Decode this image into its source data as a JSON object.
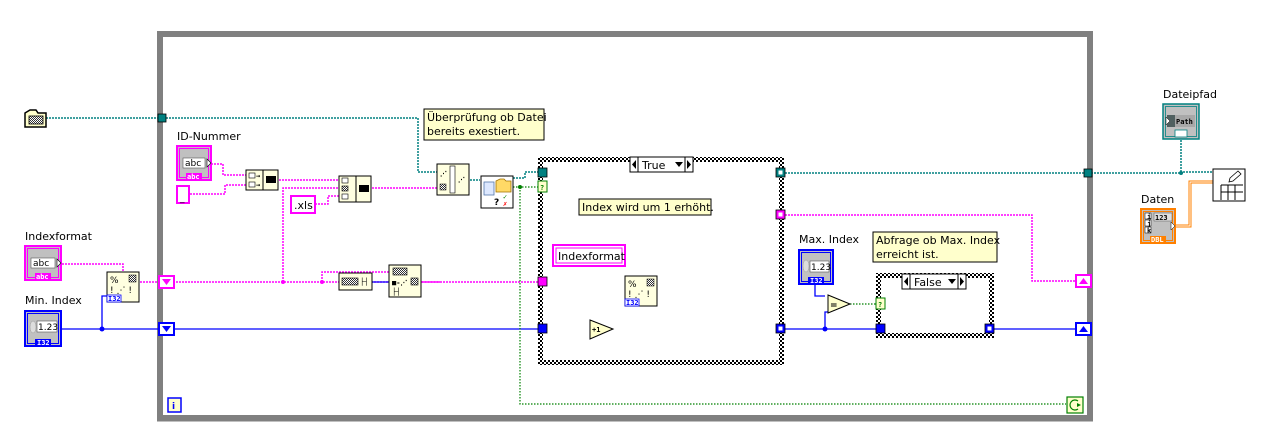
{
  "diagram": {
    "type": "LabVIEW block diagram",
    "controls": {
      "id_nummer": {
        "label": "ID-Nummer",
        "type": "abc",
        "terminal": "abc"
      },
      "indexformat": {
        "label": "Indexformat",
        "type": "abc",
        "terminal": "abc"
      },
      "min_index": {
        "label": "Min. Index",
        "value": "1.23",
        "terminal": "I32"
      },
      "max_index": {
        "label": "Max. Index",
        "value": "1.23",
        "terminal": "I32"
      },
      "dateipfad": {
        "label": "Dateipfad",
        "value": "Path"
      },
      "daten": {
        "label": "Daten",
        "value": "123",
        "terminal": "DBL",
        "indices": [
          "i",
          "j",
          "k"
        ]
      }
    },
    "constants": {
      "separator": "_",
      "extension": ".xls",
      "indexformat_local": "Indexformat"
    },
    "comments": {
      "file_check": "Überprüfung ob Datei bereits exestiert.",
      "index_increment": "Index wird um 1 erhöht.",
      "max_check": "Abfrage ob Max. Index erreicht ist."
    },
    "case_structures": [
      {
        "selector": "True"
      },
      {
        "selector": "False"
      }
    ],
    "terminals": {
      "iteration": "i",
      "format_i32": "I32",
      "increment": "+1",
      "equal": "=",
      "bool_query": "?",
      "percent": "%"
    },
    "colors": {
      "string_wire": "#ff00ff",
      "int_wire": "#0000ff",
      "path_wire": "#008080",
      "bool_wire": "#008000",
      "dbl_wire": "#ff8000",
      "loop_border": "#808080",
      "node_fill": "#ffffe0"
    }
  }
}
